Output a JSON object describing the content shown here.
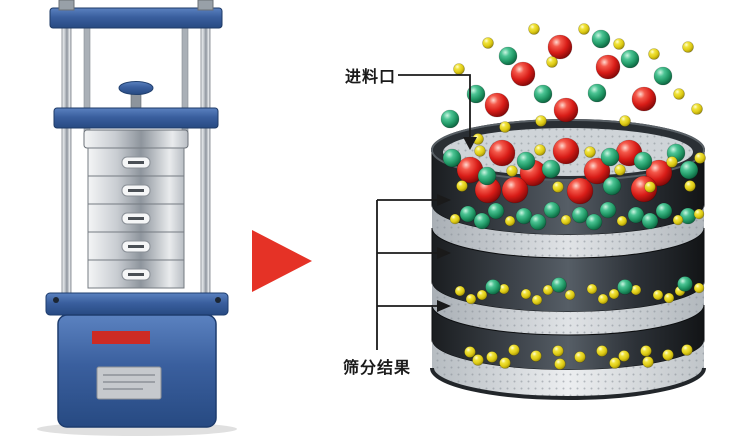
{
  "labels": {
    "feed_inlet": "进料口",
    "screening_result": "筛分结果"
  },
  "colors": {
    "flow_arrow": "#e53226",
    "machine_blue": "#3c62a3",
    "steel": "#c9cdd2",
    "sieve_band_dark": "#2b3036",
    "mesh_light": "#d3d7da",
    "ball_red": "#d51d1d",
    "ball_green": "#2aa874",
    "ball_yellow": "#e3d21d",
    "brand_plate_red": "#cd2b24"
  },
  "diagram": {
    "ball_groups": {
      "above": [
        [
          523,
          74,
          12,
          "red"
        ],
        [
          560,
          47,
          12,
          "red"
        ],
        [
          608,
          67,
          12,
          "red"
        ],
        [
          566,
          110,
          12,
          "red"
        ],
        [
          497,
          105,
          12,
          "red"
        ],
        [
          644,
          99,
          12,
          "red"
        ],
        [
          476,
          94,
          9,
          "green"
        ],
        [
          508,
          56,
          9,
          "green"
        ],
        [
          543,
          94,
          9,
          "green"
        ],
        [
          597,
          93,
          9,
          "green"
        ],
        [
          630,
          59,
          9,
          "green"
        ],
        [
          663,
          76,
          9,
          "green"
        ],
        [
          450,
          119,
          9,
          "green"
        ],
        [
          601,
          39,
          9,
          "green"
        ],
        [
          459,
          69,
          5.5,
          "yellow"
        ],
        [
          488,
          43,
          5.5,
          "yellow"
        ],
        [
          534,
          29,
          5.5,
          "yellow"
        ],
        [
          552,
          62,
          5.5,
          "yellow"
        ],
        [
          584,
          29,
          5.5,
          "yellow"
        ],
        [
          619,
          44,
          5.5,
          "yellow"
        ],
        [
          654,
          54,
          5.5,
          "yellow"
        ],
        [
          679,
          94,
          5.5,
          "yellow"
        ],
        [
          505,
          127,
          5.5,
          "yellow"
        ],
        [
          478,
          139,
          5.5,
          "yellow"
        ],
        [
          697,
          109,
          5.5,
          "yellow"
        ],
        [
          541,
          121,
          5.5,
          "yellow"
        ],
        [
          625,
          121,
          5.5,
          "yellow"
        ],
        [
          688,
          47,
          5.5,
          "yellow"
        ]
      ],
      "top_layer": [
        [
          470,
          170,
          13,
          "red"
        ],
        [
          502,
          153,
          13,
          "red"
        ],
        [
          533,
          173,
          13,
          "red"
        ],
        [
          566,
          151,
          13,
          "red"
        ],
        [
          597,
          171,
          13,
          "red"
        ],
        [
          629,
          153,
          13,
          "red"
        ],
        [
          659,
          173,
          13,
          "red"
        ],
        [
          515,
          190,
          13,
          "red"
        ],
        [
          580,
          191,
          13,
          "red"
        ],
        [
          644,
          189,
          13,
          "red"
        ],
        [
          488,
          190,
          13,
          "red"
        ],
        [
          452,
          158,
          9,
          "green"
        ],
        [
          487,
          176,
          9,
          "green"
        ],
        [
          551,
          169,
          9,
          "green"
        ],
        [
          612,
          186,
          9,
          "green"
        ],
        [
          643,
          161,
          9,
          "green"
        ],
        [
          676,
          153,
          9,
          "green"
        ],
        [
          526,
          161,
          9,
          "green"
        ],
        [
          610,
          157,
          9,
          "green"
        ],
        [
          689,
          170,
          9,
          "green"
        ],
        [
          462,
          186,
          5.5,
          "yellow"
        ],
        [
          480,
          151,
          5.5,
          "yellow"
        ],
        [
          512,
          171,
          5.5,
          "yellow"
        ],
        [
          540,
          150,
          5.5,
          "yellow"
        ],
        [
          558,
          187,
          5.5,
          "yellow"
        ],
        [
          590,
          152,
          5.5,
          "yellow"
        ],
        [
          620,
          170,
          5.5,
          "yellow"
        ],
        [
          650,
          187,
          5.5,
          "yellow"
        ],
        [
          672,
          162,
          5.5,
          "yellow"
        ],
        [
          690,
          186,
          5.5,
          "yellow"
        ],
        [
          700,
          158,
          5.5,
          "yellow"
        ]
      ],
      "middle_layer": [
        [
          468,
          214,
          8,
          "green"
        ],
        [
          496,
          211,
          8,
          "green"
        ],
        [
          524,
          216,
          8,
          "green"
        ],
        [
          552,
          210,
          8,
          "green"
        ],
        [
          580,
          215,
          8,
          "green"
        ],
        [
          608,
          210,
          8,
          "green"
        ],
        [
          636,
          215,
          8,
          "green"
        ],
        [
          664,
          211,
          8,
          "green"
        ],
        [
          688,
          216,
          8,
          "green"
        ],
        [
          482,
          221,
          8,
          "green"
        ],
        [
          538,
          222,
          8,
          "green"
        ],
        [
          594,
          222,
          8,
          "green"
        ],
        [
          650,
          221,
          8,
          "green"
        ],
        [
          455,
          219,
          5,
          "yellow"
        ],
        [
          510,
          221,
          5,
          "yellow"
        ],
        [
          566,
          220,
          5,
          "yellow"
        ],
        [
          622,
          221,
          5,
          "yellow"
        ],
        [
          678,
          220,
          5,
          "yellow"
        ],
        [
          699,
          214,
          5,
          "yellow"
        ]
      ],
      "lower_layer": [
        [
          460,
          291,
          5,
          "yellow"
        ],
        [
          482,
          295,
          5,
          "yellow"
        ],
        [
          504,
          289,
          5,
          "yellow"
        ],
        [
          526,
          294,
          5,
          "yellow"
        ],
        [
          548,
          290,
          5,
          "yellow"
        ],
        [
          570,
          295,
          5,
          "yellow"
        ],
        [
          592,
          289,
          5,
          "yellow"
        ],
        [
          614,
          294,
          5,
          "yellow"
        ],
        [
          636,
          290,
          5,
          "yellow"
        ],
        [
          658,
          295,
          5,
          "yellow"
        ],
        [
          680,
          291,
          5,
          "yellow"
        ],
        [
          699,
          288,
          5,
          "yellow"
        ],
        [
          471,
          299,
          5,
          "yellow"
        ],
        [
          537,
          300,
          5,
          "yellow"
        ],
        [
          603,
          299,
          5,
          "yellow"
        ],
        [
          669,
          298,
          5,
          "yellow"
        ],
        [
          493,
          287,
          7.5,
          "green"
        ],
        [
          559,
          285,
          7.5,
          "green"
        ],
        [
          625,
          287,
          7.5,
          "green"
        ],
        [
          685,
          284,
          7.5,
          "green"
        ]
      ],
      "pan": [
        [
          470,
          352,
          5.5,
          "yellow"
        ],
        [
          492,
          357,
          5.5,
          "yellow"
        ],
        [
          514,
          350,
          5.5,
          "yellow"
        ],
        [
          536,
          356,
          5.5,
          "yellow"
        ],
        [
          558,
          351,
          5.5,
          "yellow"
        ],
        [
          580,
          357,
          5.5,
          "yellow"
        ],
        [
          602,
          351,
          5.5,
          "yellow"
        ],
        [
          624,
          356,
          5.5,
          "yellow"
        ],
        [
          646,
          351,
          5.5,
          "yellow"
        ],
        [
          668,
          355,
          5.5,
          "yellow"
        ],
        [
          687,
          350,
          5.5,
          "yellow"
        ],
        [
          505,
          363,
          5.5,
          "yellow"
        ],
        [
          560,
          364,
          5.5,
          "yellow"
        ],
        [
          615,
          363,
          5.5,
          "yellow"
        ],
        [
          648,
          362,
          5.5,
          "yellow"
        ],
        [
          478,
          360,
          5.5,
          "yellow"
        ]
      ]
    }
  }
}
